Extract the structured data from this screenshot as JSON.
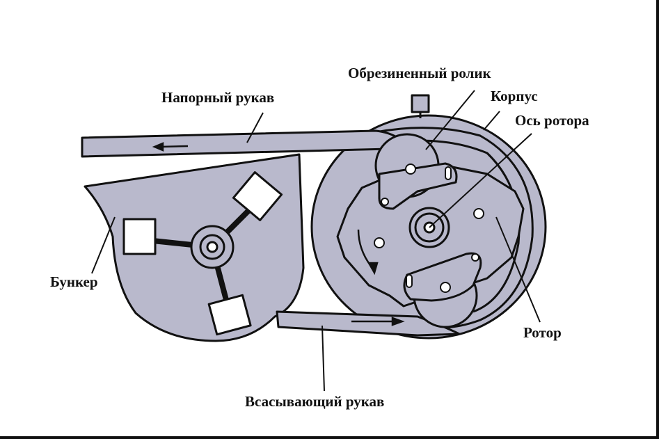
{
  "labels": {
    "pressure_hose": "Напорный рукав",
    "rubber_roller": "Обрезиненный ролик",
    "housing": "Корпус",
    "rotor_axis": "Ось ротора",
    "hopper": "Бункер",
    "rotor": "Ротор",
    "suction_hose": "Всасывающий рукав"
  },
  "colors": {
    "fill": "#b9b9cc",
    "stroke": "#111111"
  }
}
